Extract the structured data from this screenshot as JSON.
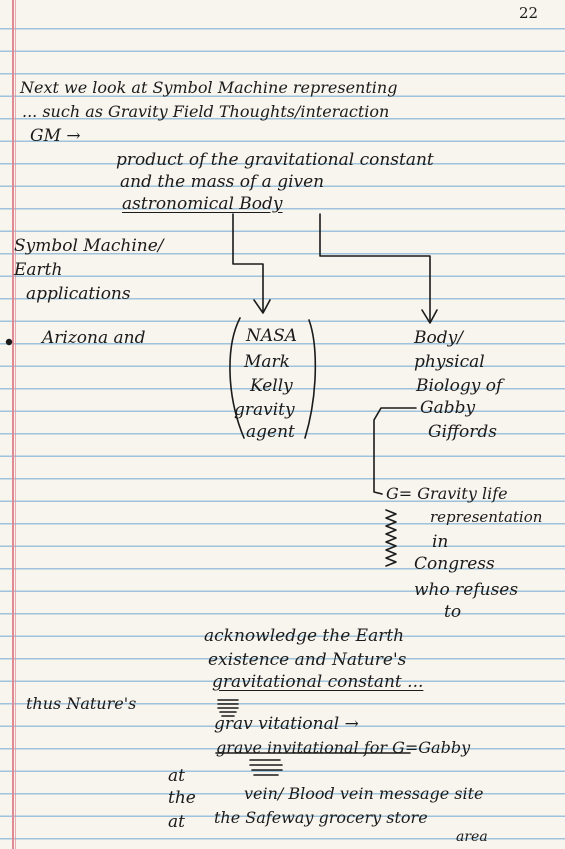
{
  "page_number": "22",
  "lines": {
    "intro_1": "Next we look at Symbol Machine representing",
    "intro_2": "... such as Gravity Field Thoughts/interaction",
    "intro_3": "GM →",
    "def_1": "product of the gravitational constant",
    "def_2": "and the mass of a given",
    "def_3": "astronomical Body",
    "app_1": "Symbol Machine/",
    "app_2": "Earth",
    "app_3": "applications",
    "arizona": "Arizona and",
    "nasa_1": "NASA",
    "nasa_2": "Mark",
    "nasa_3": "Kelly",
    "nasa_4": "gravity",
    "nasa_5": "agent",
    "body_1": "Body/",
    "body_2": "physical",
    "body_3": "Biology of",
    "body_4": "Gabby",
    "body_5": "Giffords",
    "g_1": "G= Gravity life",
    "g_2": "representation",
    "g_3": "in",
    "g_4": "Congress",
    "g_5": "who refuses",
    "g_6": "to",
    "ack_1": "acknowledge the Earth",
    "ack_2": "existence and Nature's",
    "ack_3": "gravitational constant ...",
    "thus": "thus Nature's",
    "grav_1": "grav vitational →",
    "grav_2": "grave invitational for G=Gabby",
    "at_1": "at",
    "at_2": "the",
    "vein": "vein/ Blood vein message site",
    "at_3": "at",
    "safeway": "the Safeway grocery store",
    "area": "area"
  }
}
